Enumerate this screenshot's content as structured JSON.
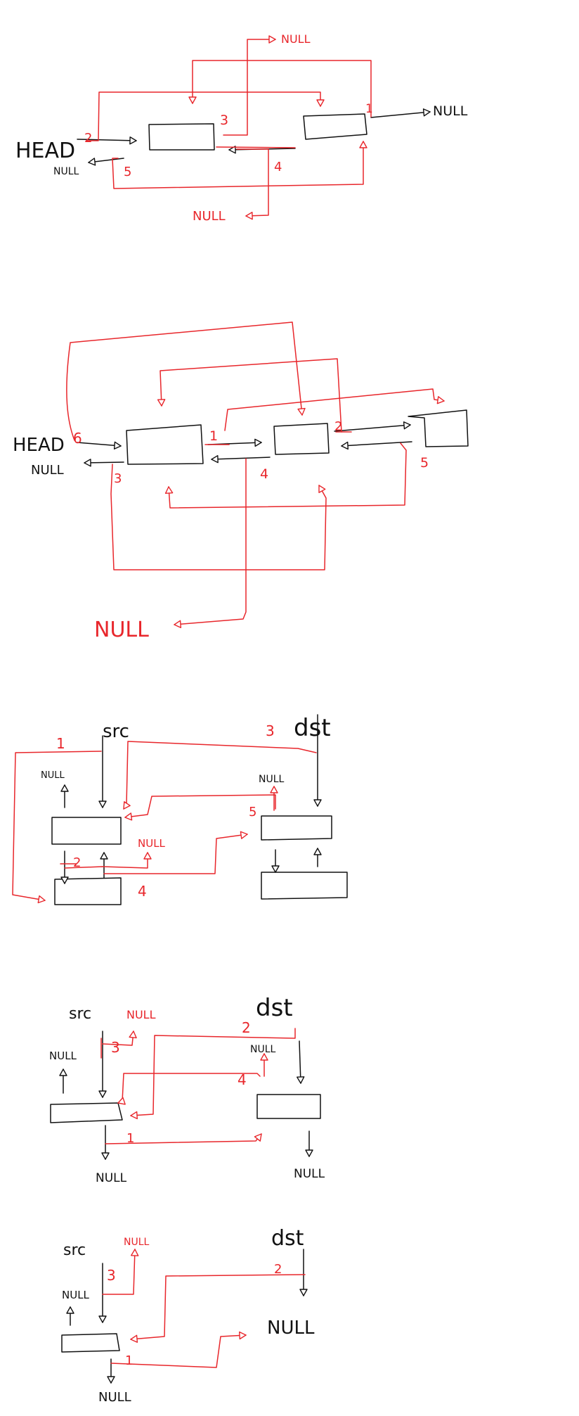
{
  "colors": {
    "ink": "#111111",
    "accent": "#e8262b",
    "background": "#ffffff"
  },
  "diagram1": {
    "head": "HEAD",
    "null_left": "NULL",
    "null_top": "NULL",
    "null_right": "NULL",
    "null_bottom": "NULL",
    "steps": [
      "1",
      "2",
      "3",
      "4",
      "5"
    ]
  },
  "diagram2": {
    "head": "HEAD",
    "null_left": "NULL",
    "null_bottom": "NULL",
    "steps": [
      "1",
      "2",
      "3",
      "4",
      "5",
      "6"
    ]
  },
  "diagram3": {
    "src": "src",
    "dst": "dst",
    "null_src_up": "NULL",
    "null_mid": "NULL",
    "null_dst_up": "NULL",
    "steps": [
      "1",
      "2",
      "3",
      "4",
      "5"
    ]
  },
  "diagram4": {
    "src": "src",
    "dst": "dst",
    "null_src_red": "NULL",
    "null_src_up": "NULL",
    "null_dst_up": "NULL",
    "null_bottom_left": "NULL",
    "null_bottom_right": "NULL",
    "steps": [
      "1",
      "2",
      "3",
      "4"
    ]
  },
  "diagram5": {
    "src": "src",
    "dst": "dst",
    "null_src_red": "NULL",
    "null_src_up": "NULL",
    "null_dst": "NULL",
    "null_bottom": "NULL",
    "steps": [
      "1",
      "2",
      "3"
    ]
  }
}
